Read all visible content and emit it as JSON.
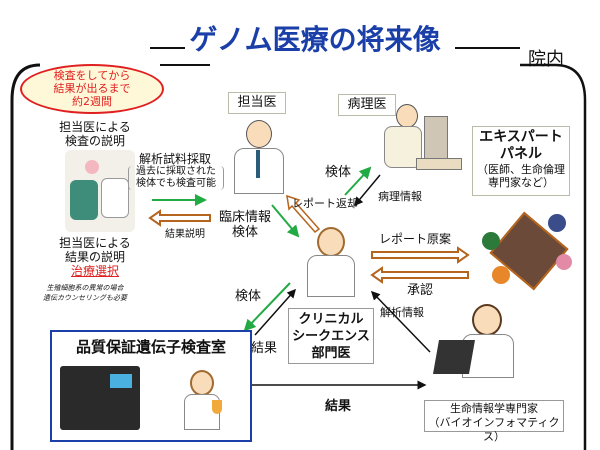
{
  "title": "ゲノム医療の将来像",
  "scope_label": "院内",
  "turnaround_note": [
    "検査をしてから",
    "結果が出るまで",
    "約2週間"
  ],
  "left_top_caption": [
    "担当医による",
    "検査の説明"
  ],
  "left_bottom_caption": [
    "担当医による",
    "結果の説明"
  ],
  "treatment_choice": "治療選択",
  "germline_note": [
    "生殖細胞系の異常の場合",
    "遺伝カウンセリングも必要"
  ],
  "sampling_label": "解析試料採取",
  "sampling_note": [
    "過去に採取された",
    "検体でも検査可能"
  ],
  "result_explanation": "結果説明",
  "attending_doctor": "担当医",
  "clinical_info": [
    "臨床情報",
    "検体"
  ],
  "pathologist": "病理医",
  "specimen_to_pathology": "検体",
  "pathology_info": "病理情報",
  "report_return": "レポート返却",
  "expert_panel": {
    "title": [
      "エキスパート",
      "パネル"
    ],
    "sub": [
      "（医師、生命倫理",
      "専門家など）"
    ]
  },
  "report_draft": "レポート原案",
  "approval": "承認",
  "analysis_info": "解析情報",
  "specimen_to_lab": "検体",
  "result_from_lab": "結果",
  "clinical_sequence": [
    "クリニカル",
    "シークエンス",
    "部門医"
  ],
  "lab": "品質保証遺伝子検査室",
  "result_bottom": "結果",
  "bioinformatician": [
    "生命情報学専門家",
    "（バイオインフォマティクス）"
  ],
  "colors": {
    "title": "#1a3fa8",
    "green": "#22aa44",
    "orange": "#b5651d",
    "red": "#e02020"
  }
}
